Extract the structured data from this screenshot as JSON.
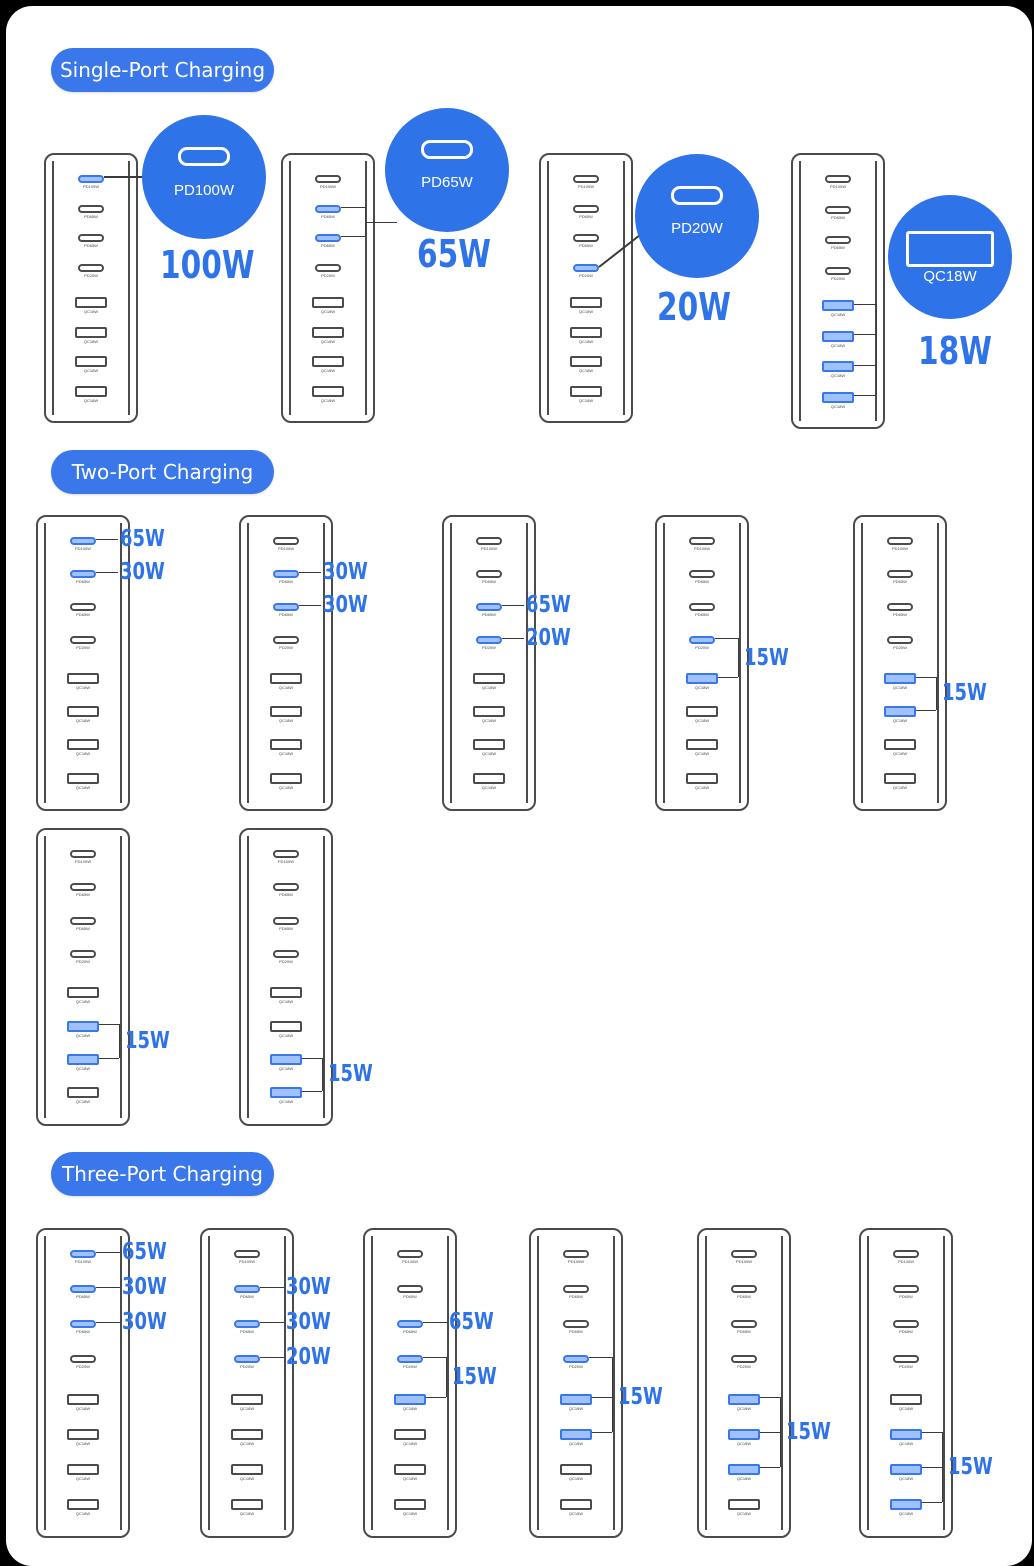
{
  "sections": {
    "single": "Single-Port Charging",
    "two": "Two-Port Charging",
    "three": "Three-Port Charging"
  },
  "port_labels": [
    "PD100W",
    "PD65W",
    "PD65W",
    "PD20W",
    "QC18W",
    "QC18W",
    "QC18W",
    "QC18W"
  ],
  "single": [
    {
      "circle_label": "PD100W",
      "big": "100W",
      "active": [
        0
      ]
    },
    {
      "circle_label": "PD65W",
      "big": "65W",
      "active": [
        1,
        2
      ]
    },
    {
      "circle_label": "PD20W",
      "big": "20W",
      "active": [
        3
      ]
    },
    {
      "circle_label": "QC18W",
      "big": "18W",
      "active": [
        4,
        5,
        6,
        7
      ]
    }
  ],
  "two": [
    {
      "active": [
        0,
        1
      ],
      "labels": [
        "65W",
        "30W"
      ]
    },
    {
      "active": [
        1,
        2
      ],
      "labels": [
        "30W",
        "30W"
      ]
    },
    {
      "active": [
        2,
        3
      ],
      "labels": [
        "65W",
        "20W"
      ]
    },
    {
      "active": [
        3,
        4
      ],
      "labels": [
        "15W"
      ]
    },
    {
      "active": [
        4,
        5
      ],
      "labels": [
        "15W"
      ]
    },
    {
      "active": [
        5,
        6
      ],
      "labels": [
        "15W"
      ]
    },
    {
      "active": [
        6,
        7
      ],
      "labels": [
        "15W"
      ]
    }
  ],
  "three": [
    {
      "active": [
        0,
        1,
        2
      ],
      "labels": [
        "65W",
        "30W",
        "30W"
      ]
    },
    {
      "active": [
        1,
        2,
        3
      ],
      "labels": [
        "30W",
        "30W",
        "20W"
      ]
    },
    {
      "active": [
        2,
        3,
        4
      ],
      "labels": [
        "65W",
        "15W"
      ]
    },
    {
      "active": [
        3,
        4,
        5
      ],
      "labels": [
        "15W"
      ]
    },
    {
      "active": [
        4,
        5,
        6
      ],
      "labels": [
        "15W"
      ]
    },
    {
      "active": [
        5,
        6,
        7
      ],
      "labels": [
        "15W"
      ]
    }
  ]
}
